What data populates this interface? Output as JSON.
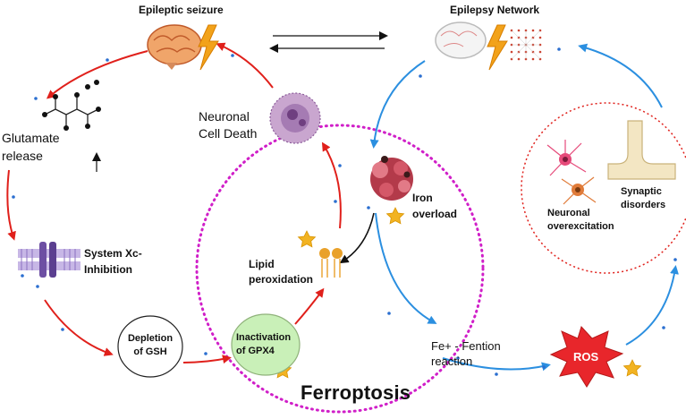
{
  "labels": {
    "epileptic_seizure": "Epileptic seizure",
    "epilepsy_network": "Epilepsy Network",
    "neuronal_cell_death_1": "Neuronal",
    "neuronal_cell_death_2": "Cell Death",
    "glutamate_1": "Glutamate",
    "glutamate_2": "release",
    "system_xc_1": "System Xc-",
    "system_xc_2": "Inhibition",
    "lipid_1": "Lipid",
    "lipid_2": "peroxidation",
    "iron_1": "Iron",
    "iron_2": "overload",
    "depletion_1": "Depletion",
    "depletion_2": "of GSH",
    "gpx4_1": "Inactivation",
    "gpx4_2": "of GPX4",
    "fenton_1": "Fe+ - Fention",
    "fenton_2": "reaction",
    "ros": "ROS",
    "ferroptosis": "Ferroptosis",
    "synaptic_1": "Synaptic",
    "synaptic_2": "disorders",
    "neuronal_over_1": "Neuronal",
    "neuronal_over_2": "overexcitation"
  },
  "colors": {
    "red_arrow": "#e0201b",
    "blue_arrow": "#2b8fe0",
    "ferroptosis_circle": "#d01fc8",
    "right_circle": "#e0201b",
    "ros_burst": "#e8262b",
    "star": "#f2b322",
    "gpx4_fill": "#c9f0b8",
    "xc_membrane": "#a98fd0"
  }
}
